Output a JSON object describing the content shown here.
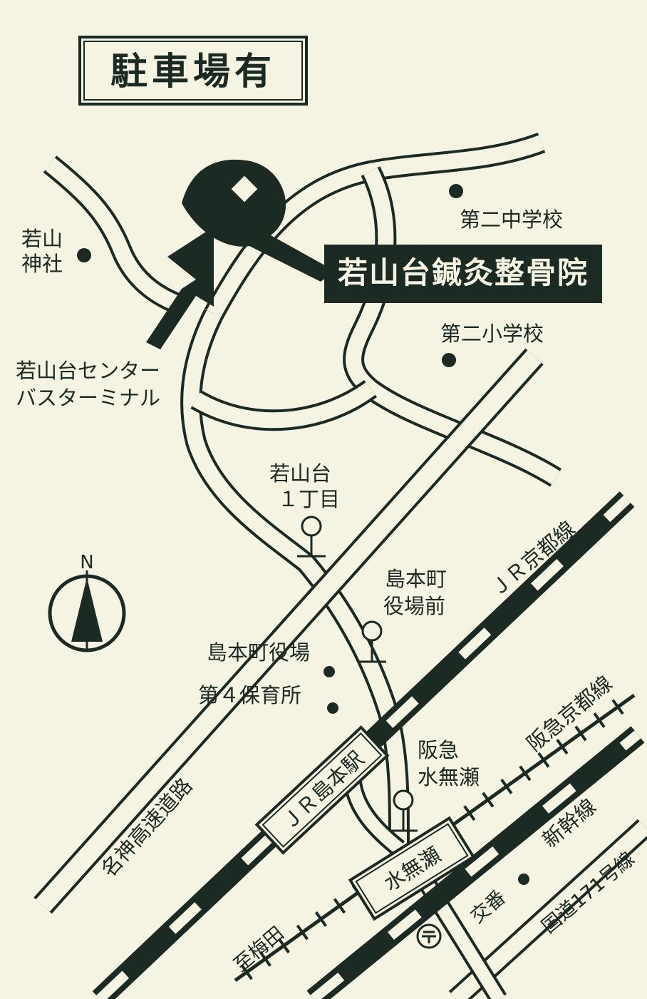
{
  "parking": "駐車場有",
  "clinic": "若山台鍼灸整骨院",
  "compass": "N",
  "landmarks": {
    "wakayama_shrine": [
      "若山",
      "神社"
    ],
    "school_2nd_middle": "第二中学校",
    "school_2nd_elementary": "第二小学校",
    "bus_terminal": [
      "若山台センター",
      "バスターミナル"
    ],
    "bus_stop_wakayamadai": [
      "若山台",
      "１丁目"
    ],
    "bus_stop_shimamoto": [
      "島本町",
      "役場前"
    ],
    "town_office": "島本町役場",
    "nursery": "第４保育所",
    "hankyu_stop": [
      "阪急",
      "水無瀬"
    ],
    "to_umeda": "至梅田",
    "police_box": "交番"
  },
  "lines": {
    "jr_kyoto": "ＪＲ京都線",
    "hankyu_kyoto": "阪急京都線",
    "shinkansen": "新幹線",
    "meishin": "名神高速道路",
    "route171": "国道171号線"
  },
  "stations": {
    "jr_shimamoto": "ＪＲ島本駅",
    "minase": "水無瀬"
  },
  "colors": {
    "background": "#f5f3e2",
    "ink": "#1c2a24"
  }
}
